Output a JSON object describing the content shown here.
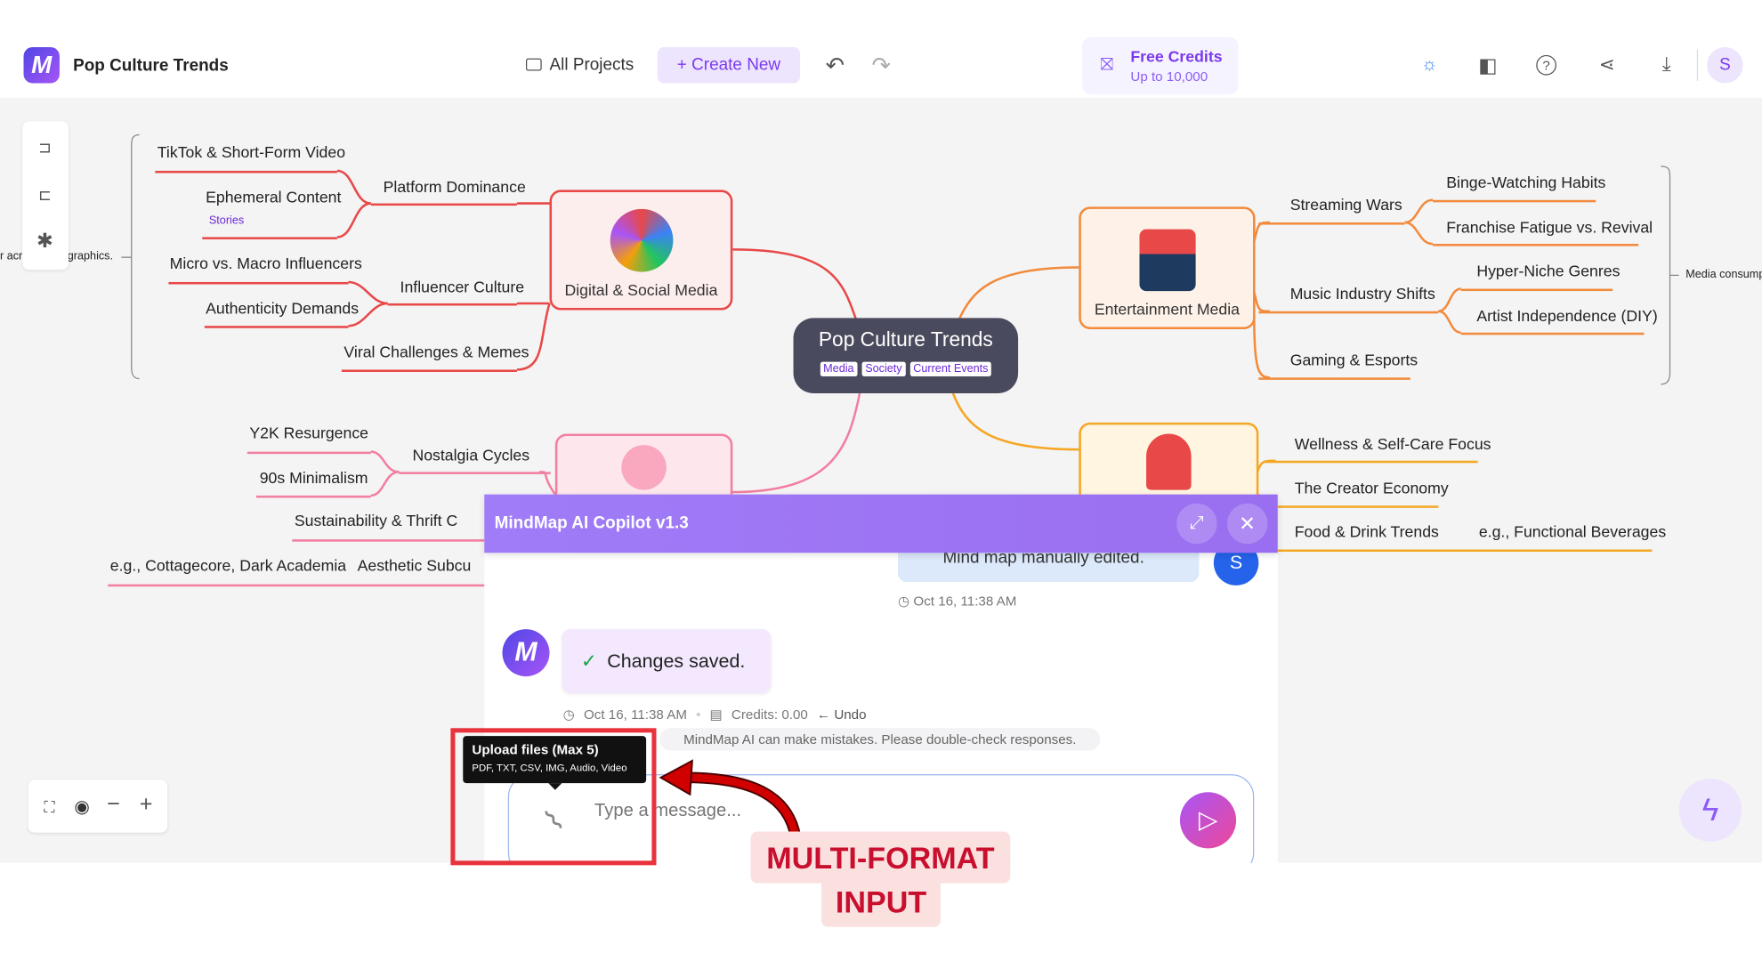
{
  "header": {
    "app_title": "Pop Culture Trends",
    "all_projects": "All Projects",
    "create_new": "+ Create New",
    "credits_title": "Free Credits",
    "credits_sub": "Up to 10,000",
    "avatar": "S",
    "accent": "#7c3aed"
  },
  "mindmap": {
    "center": {
      "title": "Pop Culture Trends",
      "tags": [
        "Media",
        "Society",
        "Current Events"
      ]
    },
    "digital": {
      "label": "Digital & Social Media",
      "color": "#e84848",
      "items": [
        "TikTok & Short-Form Video",
        "Platform Dominance",
        "Ephemeral Content",
        "Stories",
        "Micro vs. Macro Influencers",
        "Influencer Culture",
        "Authenticity Demands",
        "Viral Challenges & Memes"
      ],
      "side_note_a": "r acr",
      "side_note_b": "graphics."
    },
    "entertainment": {
      "label": "Entertainment Media",
      "color": "#f28a3c",
      "items": [
        "Streaming Wars",
        "Binge-Watching Habits",
        "Franchise Fatigue vs. Revival",
        "Music Industry Shifts",
        "Hyper-Niche Genres",
        "Artist Independence (DIY)",
        "Gaming & Esports"
      ],
      "side_note": "Media consump"
    },
    "lifestyle": {
      "color": "#f27ea0",
      "items": [
        "Y2K Resurgence",
        "Nostalgia Cycles",
        "90s Minimalism",
        "Sustainability & Thrift C",
        "e.g., Cottagecore, Dark Academia",
        "Aesthetic Subcu"
      ]
    },
    "creator": {
      "color": "#f5a623",
      "items": [
        "Wellness & Self-Care Focus",
        "The Creator Economy",
        "Food & Drink Trends",
        "e.g., Functional Beverages"
      ]
    }
  },
  "chat": {
    "title": "MindMap AI Copilot v1.3",
    "user_message": "Mind map manually edited.",
    "user_avatar": "S",
    "user_time": "Oct 16, 11:38 AM",
    "ai_message": "Changes saved.",
    "ai_time": "Oct 16, 11:38 AM",
    "credits": "Credits: 0.00",
    "undo": "Undo",
    "disclaimer": "MindMap AI can make mistakes. Please double-check responses.",
    "placeholder": "Type a message...",
    "tooltip_title": "Upload files (Max 5)",
    "tooltip_formats": "PDF, TXT, CSV, IMG, Audio, Video"
  },
  "annotation": {
    "line1": "MULTI-FORMAT",
    "line2": "INPUT",
    "color": "#c8102e"
  }
}
